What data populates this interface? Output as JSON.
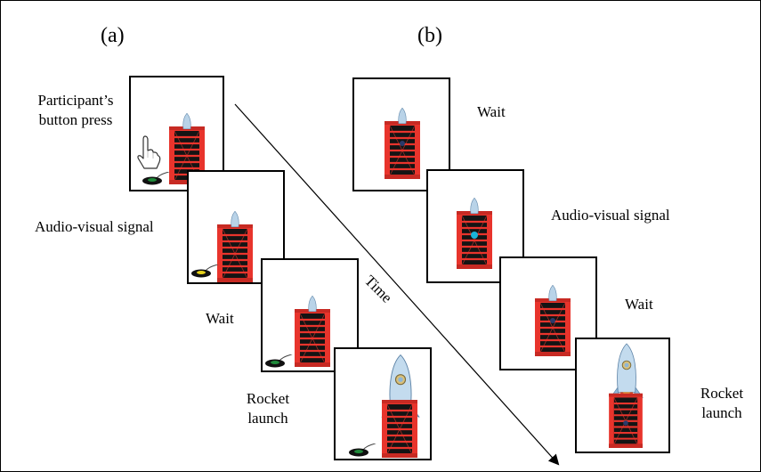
{
  "panels": {
    "a": {
      "label": "(a)"
    },
    "b": {
      "label": "(b)"
    }
  },
  "captions": {
    "a_press_line1": "Participant’s",
    "a_press_line2": "button press",
    "a_signal": "Audio-visual signal",
    "a_wait": "Wait",
    "a_launch_line1": "Rocket",
    "a_launch_line2": "launch",
    "b_wait1": "Wait",
    "b_signal": "Audio-visual signal",
    "b_wait2": "Wait",
    "b_launch_line1": "Rocket",
    "b_launch_line2": "launch"
  },
  "time_axis": {
    "label": "Time"
  },
  "icons": {
    "tower": "launch-tower-icon",
    "rocket": "rocket-icon",
    "hand": "pointing-hand-icon",
    "button": "push-button-icon"
  },
  "colors": {
    "tower_red": "#e8342c",
    "tower_dark": "#1a1a1a",
    "rocket_body": "#b9d3e8",
    "signal_light": "#19b3d9",
    "button_green": "#1f8a3a",
    "button_yellow": "#e6d21a",
    "flame": "#e0562a"
  }
}
